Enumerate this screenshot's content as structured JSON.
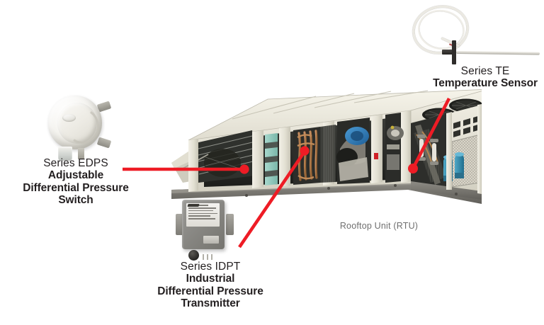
{
  "diagram": {
    "title": "Rooftop Unit (RTU) sensor application diagram",
    "background_color": "#ffffff",
    "accent_color": "#ee1c25",
    "text_color": "#231f20",
    "caption_color": "#6f6f6f"
  },
  "callouts": [
    {
      "id": "edps",
      "series": "Series EDPS",
      "name_lines": [
        "Adjustable",
        "Differential Pressure",
        "Switch"
      ],
      "device_icon": "pressure-switch-icon",
      "leader": {
        "from_x": 173,
        "from_y": 239,
        "to_x": 345,
        "to_y": 239,
        "dot_x": 345,
        "dot_y": 239
      }
    },
    {
      "id": "idpt",
      "series": "Series IDPT",
      "name_lines": [
        "Industrial",
        "Differential Pressure",
        "Transmitter"
      ],
      "device_icon": "pressure-transmitter-icon",
      "leader": {
        "from_x": 338,
        "from_y": 348,
        "to_x": 430,
        "to_y": 213,
        "dot_x": 430,
        "dot_y": 213
      }
    },
    {
      "id": "te",
      "series": "Series TE",
      "name_lines": [
        "Temperature Sensor"
      ],
      "device_icon": "temperature-probe-icon",
      "leader": {
        "from_x": 634,
        "from_y": 140,
        "to_x": 583,
        "to_y": 238,
        "dot_x": 583,
        "dot_y": 238
      }
    }
  ],
  "equipment": {
    "caption": "Rooftop Unit (RTU)",
    "name": "rooftop-unit",
    "colors": {
      "cabinet": "#e7e4d8",
      "cabinet_shadow": "#c9c6b8",
      "roof": "#eeebe0",
      "base_rail": "#77756f",
      "interior_dark": "#2e2f2c",
      "filter_teal": "#8fc9bd",
      "copper_coil": "#b07a4a",
      "blower_blue": "#2f7fc0",
      "compressor_blue": "#2f8fb5",
      "fan_dark": "#242522",
      "mesh_grille": "#d9d7cd"
    },
    "sections": [
      {
        "name": "intake-hood-panel",
        "contents": "hinged access panel with damper louvers"
      },
      {
        "name": "filter-section",
        "contents": "teal filter panels"
      },
      {
        "name": "coil-section",
        "contents": "copper coil tubing"
      },
      {
        "name": "blower-section",
        "contents": "blue blower motor and fan housing"
      },
      {
        "name": "controls-section",
        "contents": "electrical controls and motor"
      },
      {
        "name": "condenser-section",
        "contents": "condenser coils, compressors and fans"
      }
    ],
    "condenser_fan_count": 2
  }
}
